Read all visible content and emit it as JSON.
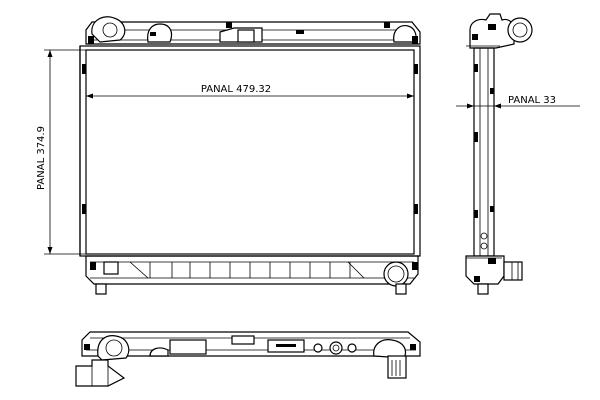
{
  "dimensions": {
    "width_label": "PANAL 479.32",
    "height_label": "PANAL 374.9",
    "depth_label": "PANAL 33"
  }
}
